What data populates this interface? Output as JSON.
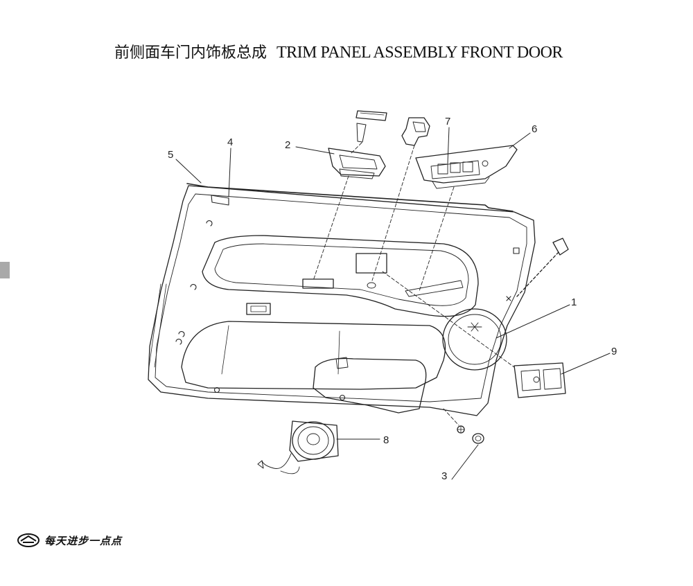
{
  "header": {
    "title_zh": "前侧面车门内饰板总成",
    "title_en": "TRIM PANEL ASSEMBLY FRONT  DOOR"
  },
  "callouts": [
    "1",
    "2",
    "3",
    "4",
    "5",
    "6",
    "7",
    "8",
    "9"
  ],
  "footer": {
    "slogan": "每天进步一点点"
  },
  "colors": {
    "line": "#222222",
    "text": "#111111",
    "tab": "#a9a9a9"
  }
}
